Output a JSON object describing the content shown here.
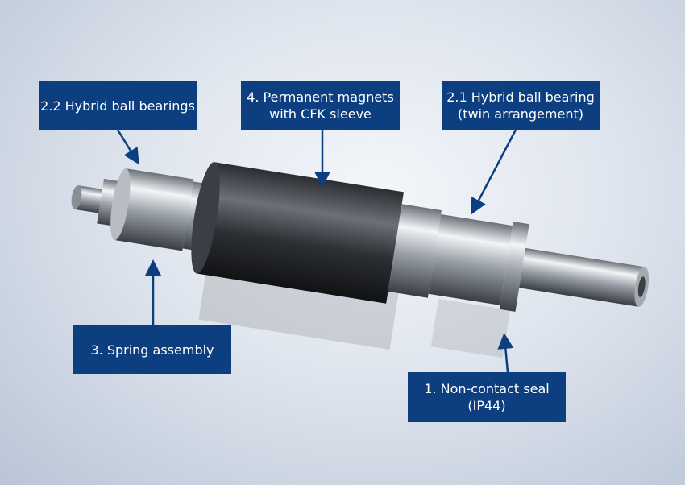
{
  "labels": {
    "bearing_22": {
      "line1": "2.2 Hybrid ball bearings"
    },
    "magnets": {
      "line1": "4. Permanent magnets",
      "line2": "with CFK sleeve"
    },
    "bearing_21": {
      "line1": "2.1 Hybrid ball bearing",
      "line2": "(twin arrangement)"
    },
    "spring": {
      "line1": "3. Spring assembly"
    },
    "seal": {
      "line1": "1. Non-contact seal",
      "line2": "(IP44)"
    }
  },
  "colors": {
    "label_bg": "#0d3f80",
    "arrow": "#0d3f80"
  }
}
